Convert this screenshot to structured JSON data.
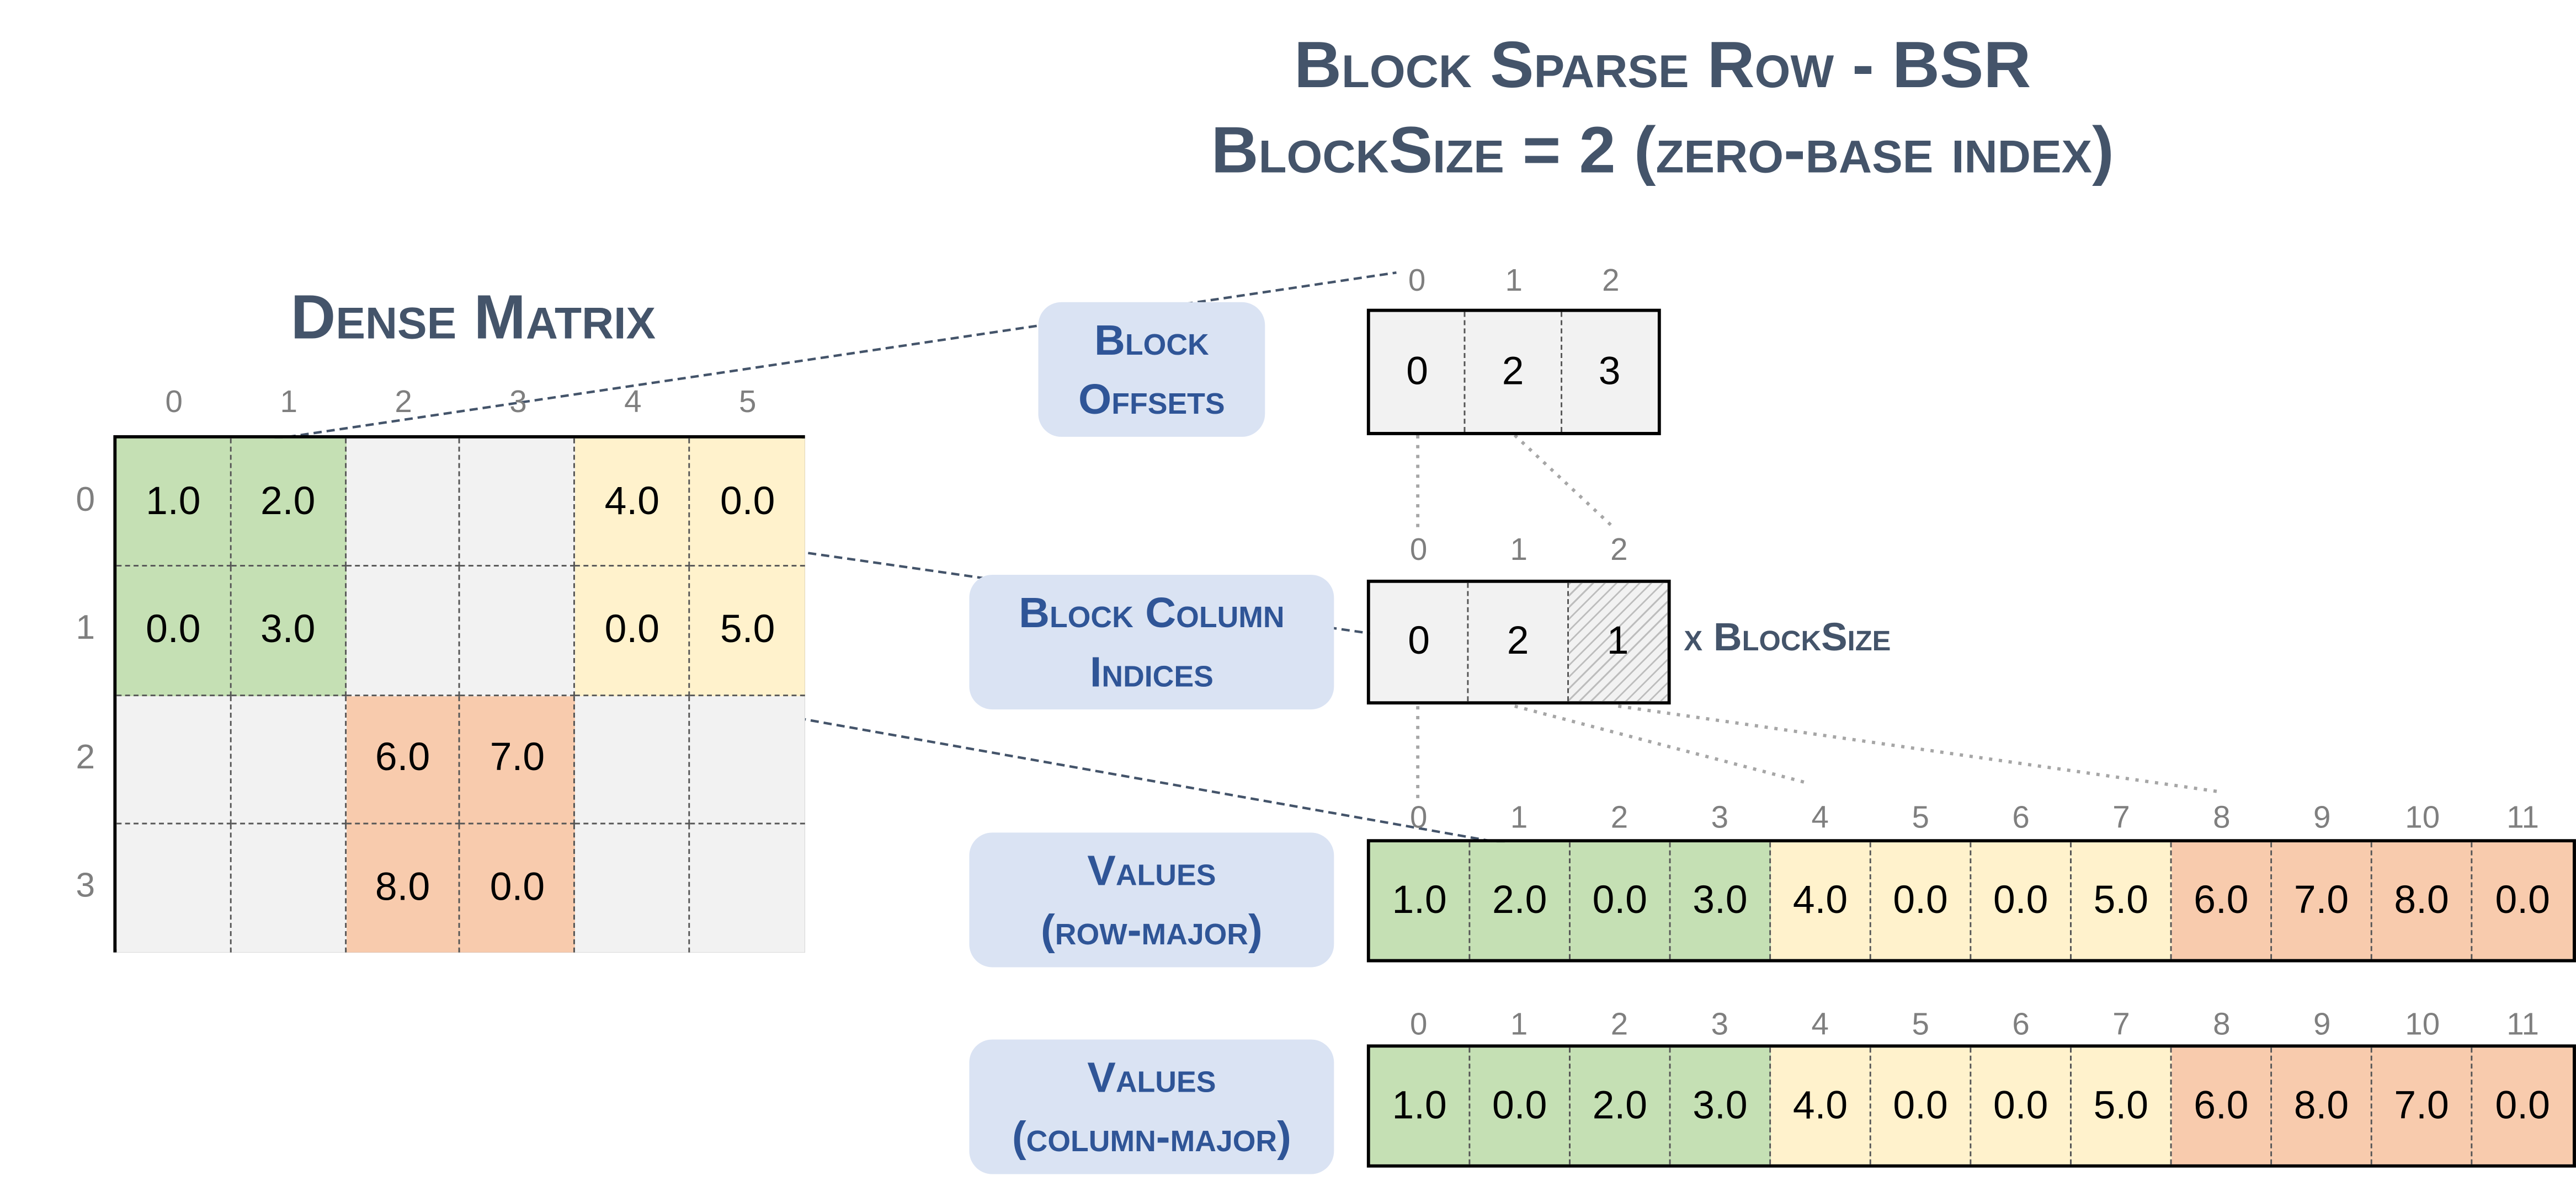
{
  "title": {
    "line1": "Block Sparse Row - BSR",
    "line2": "BlockSize = 2 (zero-base index)"
  },
  "dense": {
    "title": "Dense Matrix",
    "col_indices": [
      "0",
      "1",
      "2",
      "3",
      "4",
      "5"
    ],
    "row_indices": [
      "0",
      "1",
      "2",
      "3"
    ],
    "rows": [
      [
        {
          "v": "1.0",
          "c": "g"
        },
        {
          "v": "2.0",
          "c": "g"
        },
        {
          "v": "",
          "c": "e"
        },
        {
          "v": "",
          "c": "e"
        },
        {
          "v": "4.0",
          "c": "y"
        },
        {
          "v": "0.0",
          "c": "y"
        }
      ],
      [
        {
          "v": "0.0",
          "c": "g"
        },
        {
          "v": "3.0",
          "c": "g"
        },
        {
          "v": "",
          "c": "e"
        },
        {
          "v": "",
          "c": "e"
        },
        {
          "v": "0.0",
          "c": "y"
        },
        {
          "v": "5.0",
          "c": "y"
        }
      ],
      [
        {
          "v": "",
          "c": "e"
        },
        {
          "v": "",
          "c": "e"
        },
        {
          "v": "6.0",
          "c": "o"
        },
        {
          "v": "7.0",
          "c": "o"
        },
        {
          "v": "",
          "c": "e"
        },
        {
          "v": "",
          "c": "e"
        }
      ],
      [
        {
          "v": "",
          "c": "e"
        },
        {
          "v": "",
          "c": "e"
        },
        {
          "v": "8.0",
          "c": "o"
        },
        {
          "v": "0.0",
          "c": "o"
        },
        {
          "v": "",
          "c": "e"
        },
        {
          "v": "",
          "c": "e"
        }
      ]
    ]
  },
  "block_offsets": {
    "label_line1": "Block",
    "label_line2": "Offsets",
    "indices": [
      "0",
      "1",
      "2"
    ],
    "cells": [
      {
        "v": "0",
        "c": "e"
      },
      {
        "v": "2",
        "c": "e"
      },
      {
        "v": "3",
        "c": "e"
      }
    ]
  },
  "block_col_indices": {
    "label_line1": "Block Column",
    "label_line2": "Indices",
    "indices": [
      "0",
      "1",
      "2"
    ],
    "cells": [
      {
        "v": "0",
        "c": "e"
      },
      {
        "v": "2",
        "c": "e"
      },
      {
        "v": "1",
        "c": "h"
      }
    ],
    "suffix": "x BlockSize"
  },
  "values_row_major": {
    "label_line1": "Values",
    "label_line2": "(row-major)",
    "indices": [
      "0",
      "1",
      "2",
      "3",
      "4",
      "5",
      "6",
      "7",
      "8",
      "9",
      "10",
      "11"
    ],
    "cells": [
      {
        "v": "1.0",
        "c": "g"
      },
      {
        "v": "2.0",
        "c": "g"
      },
      {
        "v": "0.0",
        "c": "g"
      },
      {
        "v": "3.0",
        "c": "g"
      },
      {
        "v": "4.0",
        "c": "y"
      },
      {
        "v": "0.0",
        "c": "y"
      },
      {
        "v": "0.0",
        "c": "y"
      },
      {
        "v": "5.0",
        "c": "y"
      },
      {
        "v": "6.0",
        "c": "o"
      },
      {
        "v": "7.0",
        "c": "o"
      },
      {
        "v": "8.0",
        "c": "o"
      },
      {
        "v": "0.0",
        "c": "o"
      }
    ]
  },
  "values_col_major": {
    "label_line1": "Values",
    "label_line2": "(column-major)",
    "indices": [
      "0",
      "1",
      "2",
      "3",
      "4",
      "5",
      "6",
      "7",
      "8",
      "9",
      "10",
      "11"
    ],
    "cells": [
      {
        "v": "1.0",
        "c": "g"
      },
      {
        "v": "0.0",
        "c": "g"
      },
      {
        "v": "2.0",
        "c": "g"
      },
      {
        "v": "3.0",
        "c": "g"
      },
      {
        "v": "4.0",
        "c": "y"
      },
      {
        "v": "0.0",
        "c": "y"
      },
      {
        "v": "0.0",
        "c": "y"
      },
      {
        "v": "5.0",
        "c": "y"
      },
      {
        "v": "6.0",
        "c": "o"
      },
      {
        "v": "8.0",
        "c": "o"
      },
      {
        "v": "7.0",
        "c": "o"
      },
      {
        "v": "0.0",
        "c": "o"
      }
    ]
  },
  "colors": {
    "green": "#C5E0B4",
    "yellow": "#FFF2CC",
    "orange": "#F8CBAD",
    "empty": "#F2F2F2",
    "label_bg": "#DAE3F3",
    "label_text": "#2F5597",
    "title_text": "#44546A"
  }
}
